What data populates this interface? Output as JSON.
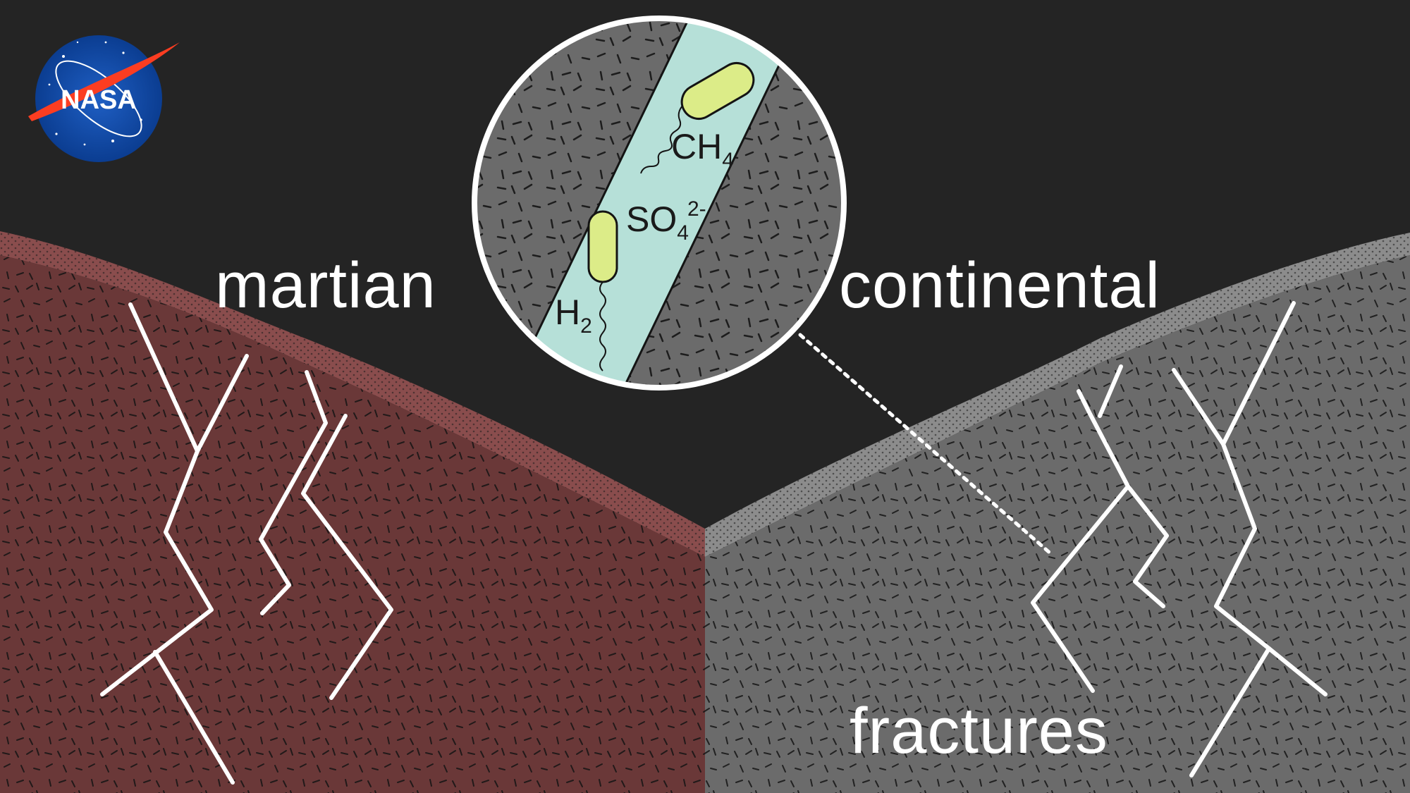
{
  "logo": {
    "text": "NASA",
    "icon": "nasa-meatball-logo"
  },
  "labels": {
    "left": "martian",
    "right": "continental",
    "bottom": "fractures"
  },
  "inset": {
    "chemicals": {
      "methane": {
        "base": "CH",
        "sub": "4"
      },
      "sulfate": {
        "base": "SO",
        "sub": "4",
        "sup": "2-"
      },
      "hydrogen": {
        "base": "H",
        "sub": "2"
      }
    }
  },
  "colors": {
    "background": "#242424",
    "martian_rock": "#6a3838",
    "martian_soil": "#8a4d4d",
    "continental_rock": "#6b6b6b",
    "continental_soil": "#8c8c8c",
    "fracture_water": "#b6e0d8",
    "microbe": "#dcec88",
    "fracture_line": "#ffffff",
    "nasa_blue": "#0b3d91",
    "nasa_red": "#fc3d21"
  }
}
